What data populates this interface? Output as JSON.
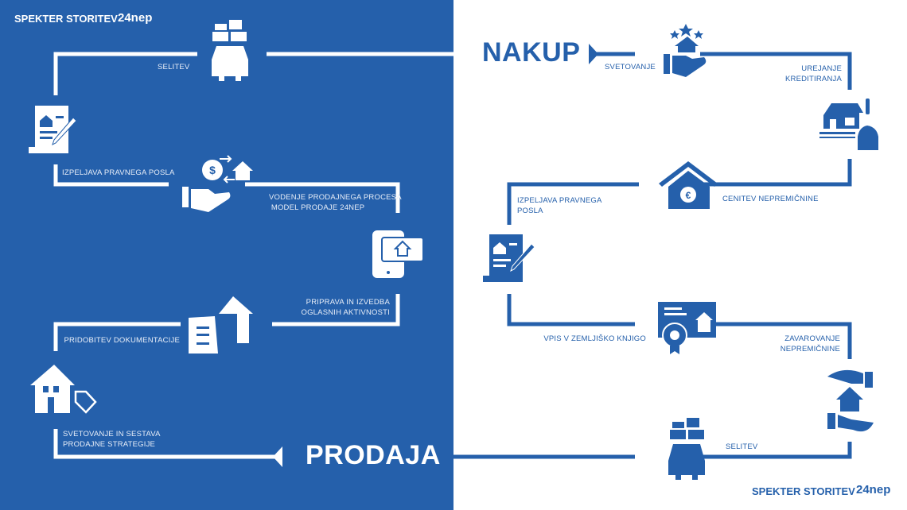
{
  "colors": {
    "brand_blue": "#2560ab",
    "white": "#ffffff"
  },
  "header": {
    "brand_left": "SPEKTER STORITEV",
    "logo_left": "24nep",
    "brand_right": "SPEKTER STORITEV",
    "logo_right": "24nep"
  },
  "prodaja": {
    "title": "PRODAJA",
    "steps": [
      {
        "label": "SVETOVANJE IN SESTAVA\nPRODAJNE STRATEGIJE",
        "icon": "house-price-tag-icon"
      },
      {
        "label": "PRIDOBITEV DOKUMENTACIJE",
        "icon": "documents-house-icon"
      },
      {
        "label": "PRIPRAVA IN IZVEDBA\nOGLASNIH AKTIVNOSTI",
        "icon": "phone-ad-icon"
      },
      {
        "label": "VODENJE PRODAJNEGA PROCESA\n MODEL PRODAJE 24NEP",
        "icon": "hand-money-exchange-icon"
      },
      {
        "label": "IZPELJAVA PRAVNEGA POSLA",
        "icon": "contract-sign-icon"
      },
      {
        "label": "SELITEV",
        "icon": "moving-car-icon"
      }
    ]
  },
  "nakup": {
    "title": "NAKUP",
    "steps": [
      {
        "label": "SVETOVANJE",
        "icon": "hand-house-stars-icon"
      },
      {
        "label": "UREJANJE\nKREDITIRANJA",
        "icon": "house-money-bag-icon"
      },
      {
        "label": "CENITEV NEPREMIČNINE",
        "icon": "house-euro-icon"
      },
      {
        "label": "IZPELJAVA PRAVNEGA\nPOSLA",
        "icon": "contract-sign-icon"
      },
      {
        "label": "VPIS V ZEMLJIŠKO KNJIGO",
        "icon": "certificate-house-icon"
      },
      {
        "label": "ZAVAROVANJE\nNEPREMIČNINE",
        "icon": "hands-protect-house-icon"
      },
      {
        "label": "SELITEV",
        "icon": "moving-car-icon"
      }
    ]
  }
}
